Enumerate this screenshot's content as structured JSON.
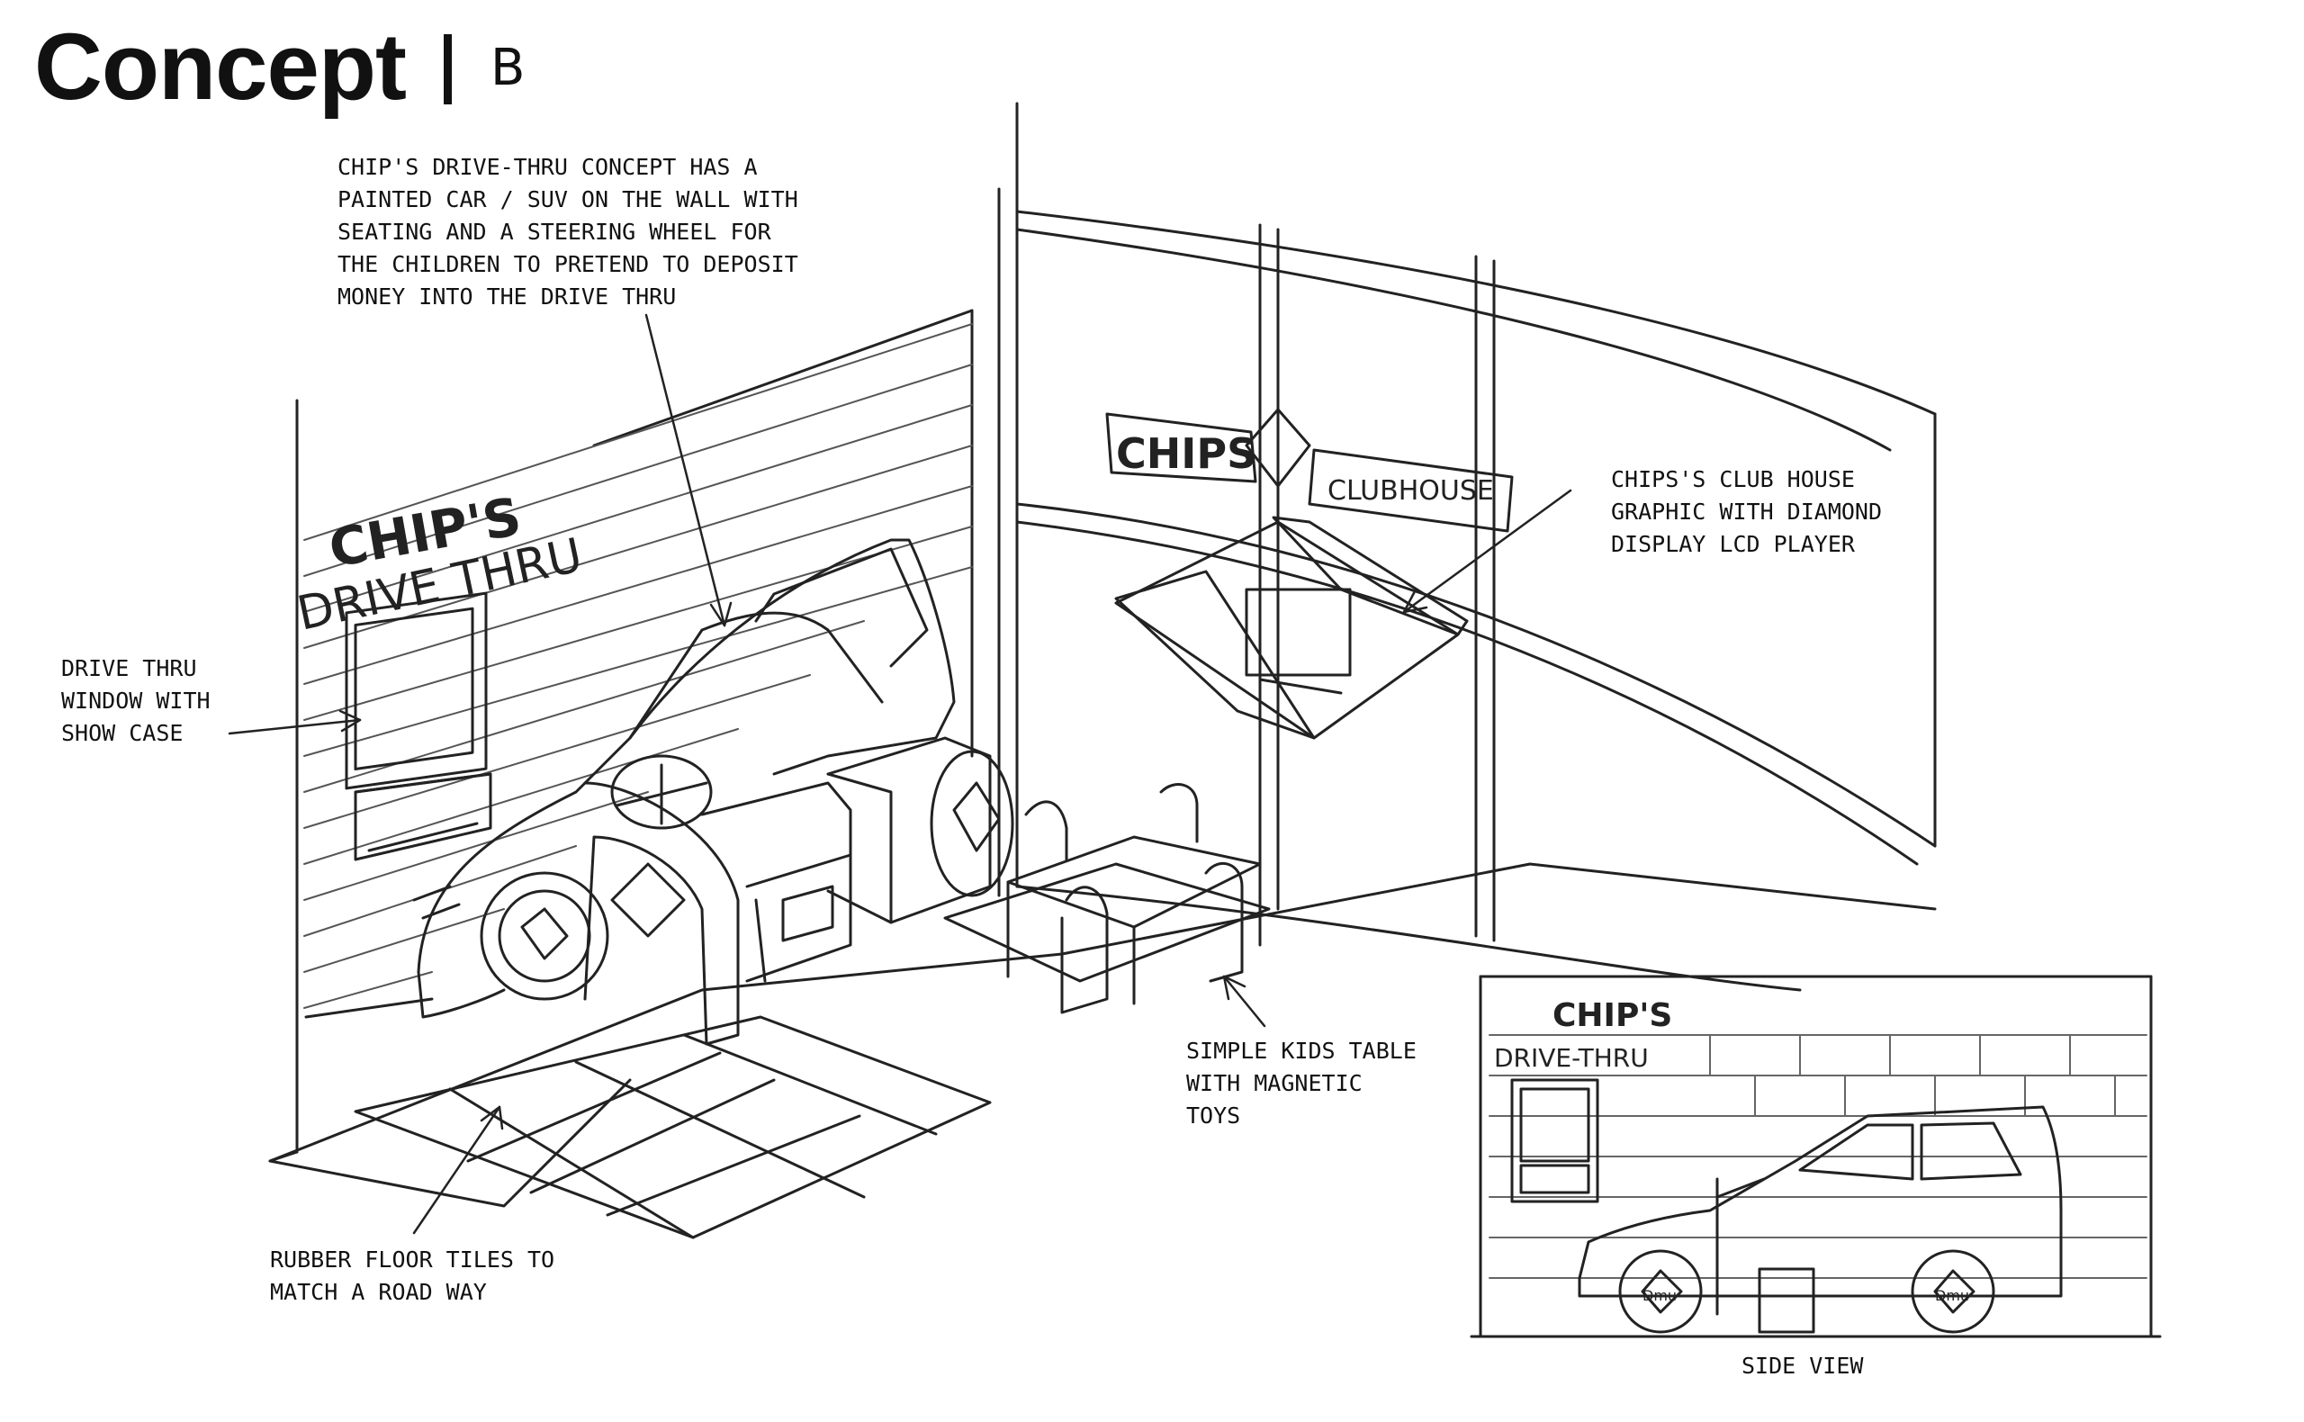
{
  "header": {
    "title": "Concept",
    "letter": "B"
  },
  "annotations": {
    "drive_thru_concept": [
      "CHIP'S DRIVE-THRU CONCEPT HAS A",
      "PAINTED CAR / SUV ON THE WALL WITH",
      "SEATING AND A STEERING WHEEL FOR",
      "THE CHILDREN TO PRETEND TO DEPOSIT",
      "MONEY INTO THE DRIVE THRU"
    ],
    "club_house": [
      "CHIPS'S CLUB HOUSE",
      "GRAPHIC WITH DIAMOND",
      "DISPLAY LCD PLAYER"
    ],
    "window": [
      "DRIVE THRU",
      "WINDOW WITH",
      "SHOW CASE"
    ],
    "kids_table": [
      "SIMPLE KIDS TABLE",
      "WITH MAGNETIC",
      "TOYS"
    ],
    "floor": [
      "RUBBER FLOOR TILES TO",
      "MATCH A ROAD WAY"
    ],
    "side_view_caption": "SIDE VIEW"
  },
  "signage": {
    "drive_thru_line1": "CHIP'S",
    "drive_thru_line2": "DRIVE THRU",
    "clubhouse_chips": "CHIPS",
    "clubhouse": "CLUBHOUSE",
    "side_chips": "CHIP'S",
    "side_drive_thru": "DRIVE-THRU",
    "wheel_text": "Dmu"
  }
}
